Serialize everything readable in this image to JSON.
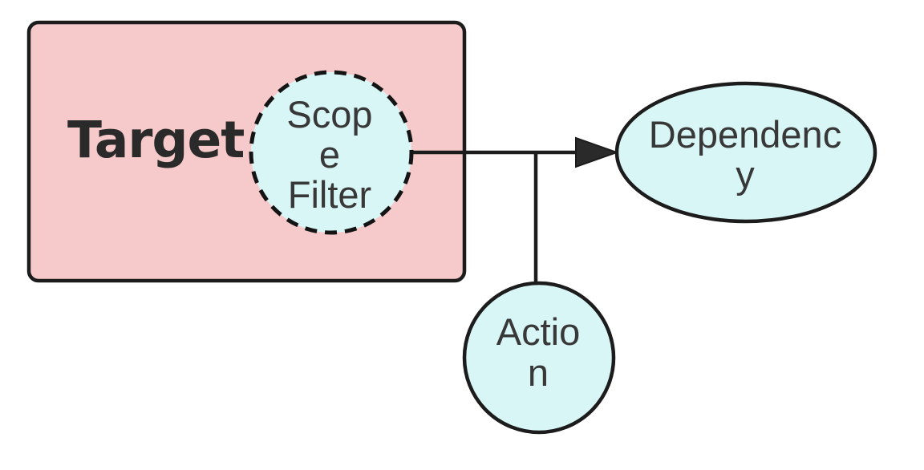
{
  "diagram": {
    "nodes": {
      "target": {
        "label": "Target",
        "shape": "rounded-rectangle",
        "fill": "#f6caca",
        "stroke": "#1c1c1c"
      },
      "scope_filter": {
        "label": "Scope Filter",
        "line1": "Scop",
        "line2": "e",
        "line3": "Filter",
        "shape": "circle",
        "border_style": "dashed",
        "fill": "#d9f6f7",
        "stroke": "#141414"
      },
      "dependency": {
        "label": "Dependency",
        "line1": "Dependenc",
        "line2": "y",
        "shape": "ellipse",
        "fill": "#d9f6f7",
        "stroke": "#1c1c1c"
      },
      "action": {
        "label": "Action",
        "line1": "Actio",
        "line2": "n",
        "shape": "circle",
        "fill": "#d9f6f7",
        "stroke": "#1c1c1c"
      }
    },
    "edges": {
      "scope_filter_to_dependency": {
        "type": "arrow",
        "color": "#1c1c1c",
        "arrowhead_fill": "#2a2a2a"
      },
      "branch_to_action": {
        "type": "line",
        "color": "#1c1c1c"
      }
    },
    "colors": {
      "background": "#ffffff",
      "target_text": "#2a2a2a",
      "node_text": "#383838"
    }
  }
}
